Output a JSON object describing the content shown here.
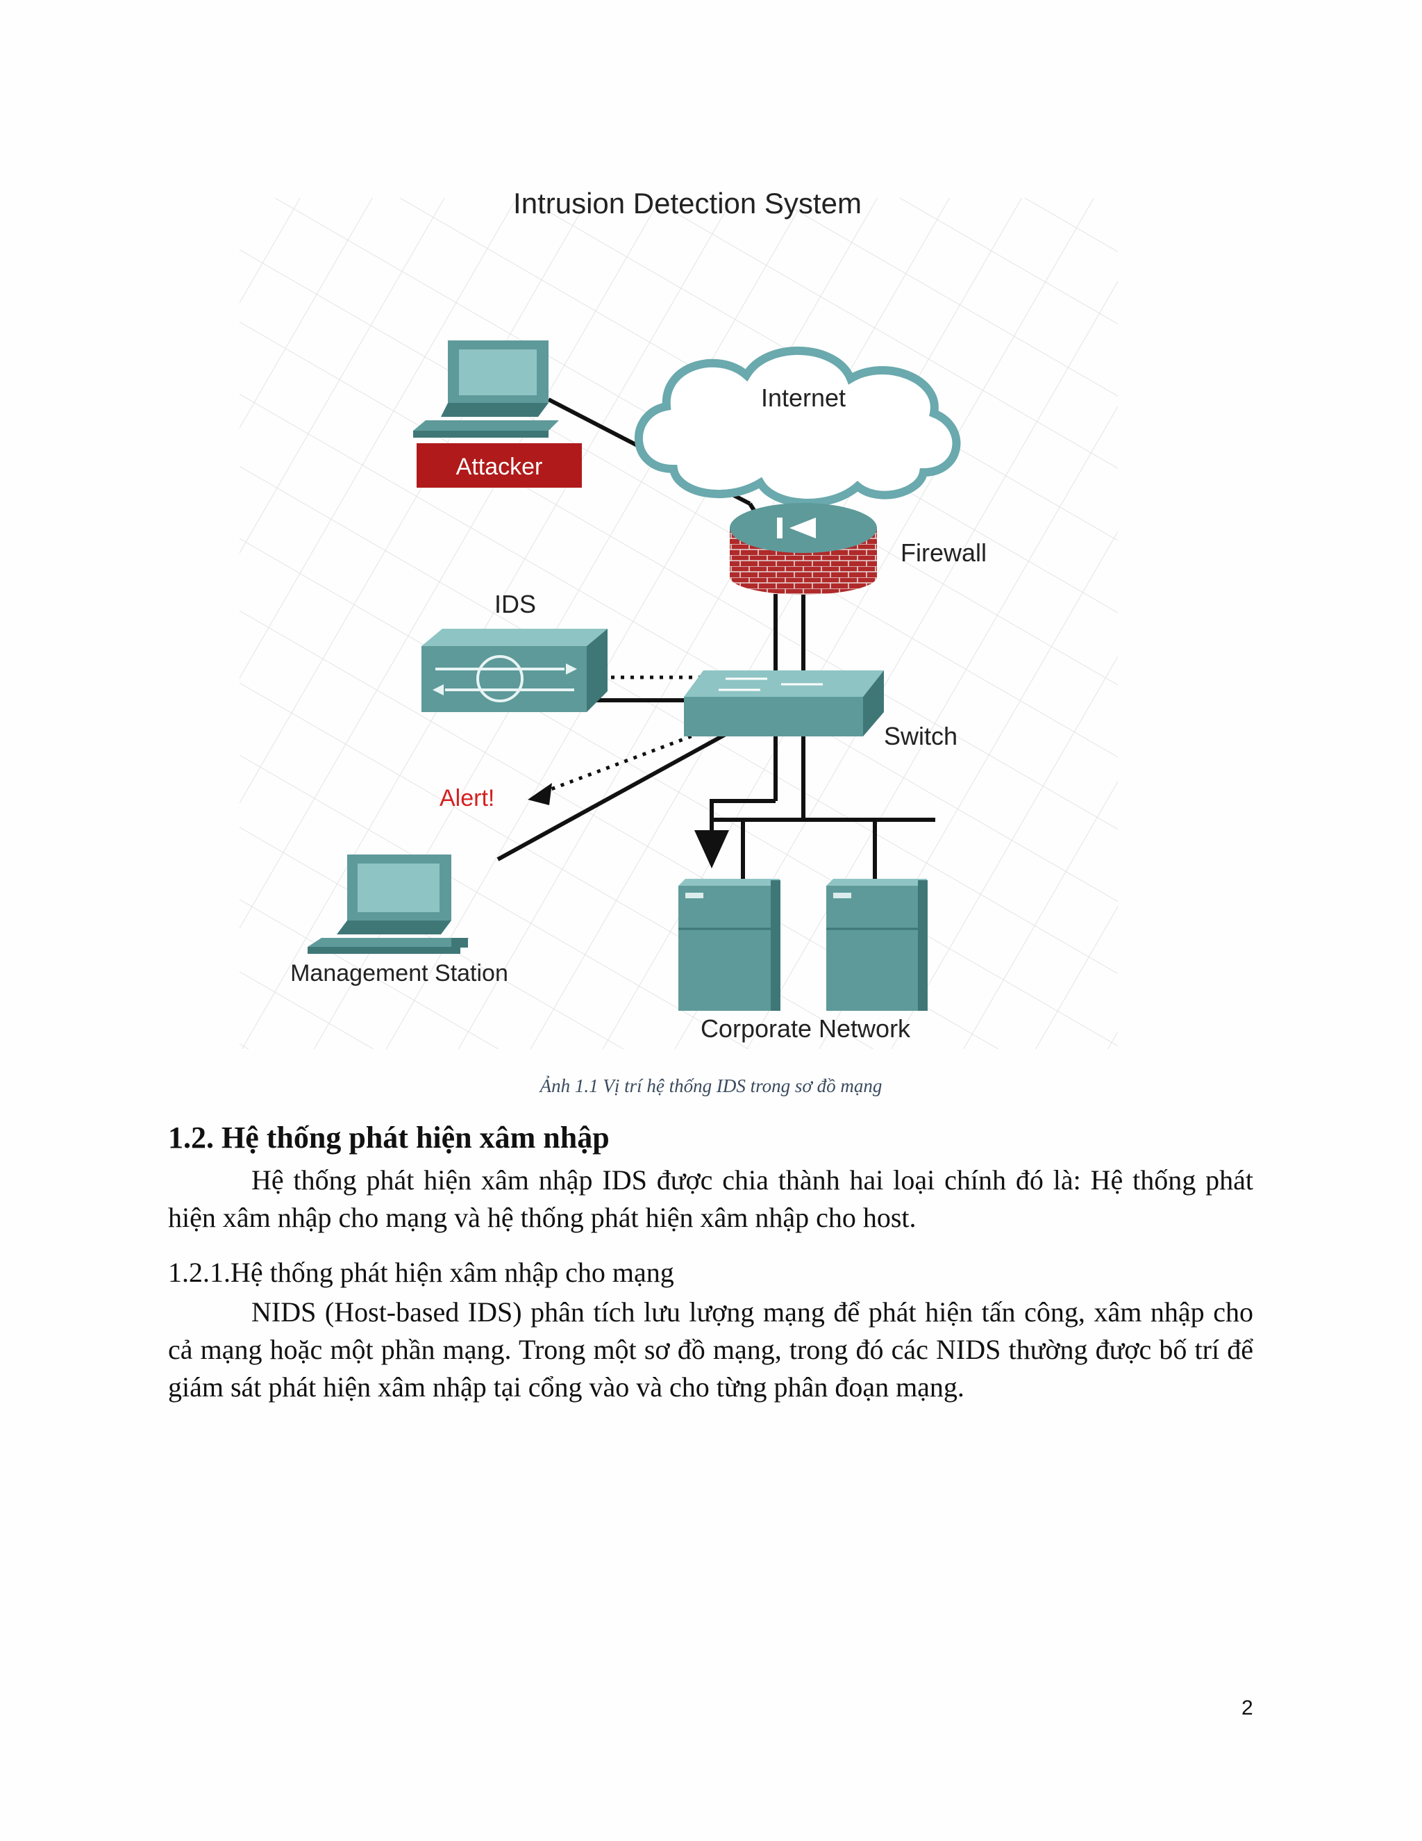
{
  "figure": {
    "title": "Intrusion Detection System",
    "labels": {
      "internet": "Internet",
      "attacker": "Attacker",
      "firewall": "Firewall",
      "ids": "IDS",
      "switch": "Switch",
      "alert": "Alert!",
      "management_station": "Management Station",
      "corporate_network": "Corporate Network"
    },
    "colors": {
      "device": "#4f8f8f",
      "device_light": "#8fc4c4",
      "attacker_badge": "#b01a1a",
      "alert_text": "#d42020",
      "firewall_brick": "#b02a2a"
    }
  },
  "caption": "Ảnh 1.1 Vị trí hệ thống IDS trong sơ đồ mạng",
  "section_heading": "1.2. Hệ thống phát hiện xâm nhập",
  "paragraph_1": "Hệ thống phát hiện xâm nhập IDS được chia thành hai loại chính đó là: Hệ thống phát hiện xâm nhập cho mạng và hệ thống phát hiện xâm nhập cho host.",
  "subsection_heading": "1.2.1.Hệ thống phát hiện xâm nhập cho mạng",
  "paragraph_2": "NIDS (Host-based IDS) phân tích lưu lượng mạng để phát hiện tấn công, xâm nhập cho cả mạng hoặc một phần mạng. Trong một sơ đồ mạng, trong đó các NIDS thường được bố trí để giám sát phát hiện xâm nhập tại cổng vào và cho từng phân đoạn mạng.",
  "page_number": "2"
}
